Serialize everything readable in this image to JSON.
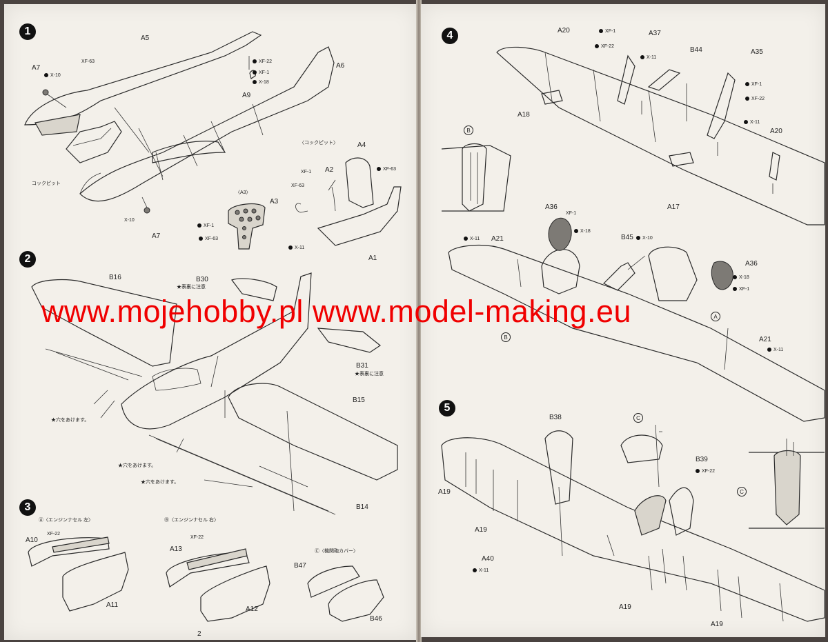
{
  "watermark": "www.mojehobby.pl www.model-making.eu",
  "page_number": "2",
  "steps": [
    "1",
    "2",
    "3",
    "4",
    "5"
  ],
  "circled": {
    "b": "B",
    "a": "A",
    "c": "C"
  },
  "step1": {
    "a5": "A5",
    "a6": "A6",
    "a7_top": "A7",
    "a7_bottom": "A7",
    "a9": "A9",
    "x10_top": "X-10",
    "x10_bottom": "X-10",
    "xf63": "XF-63",
    "xf22": "XF-22",
    "xf1": "XF-1",
    "x18": "X-18",
    "cockpit_left": "コックピット",
    "cockpit_title": "〈コックピット〉",
    "a3_title": "〈A3〉",
    "a4": "A4",
    "a2": "A2",
    "a3": "A3",
    "a1": "A1",
    "xf1_b": "XF-1",
    "xf63_b": "XF-63",
    "xf63_c": "XF-63",
    "x11": "X-11",
    "xf1_c": "XF-1",
    "xf63_d": "XF-63"
  },
  "step2": {
    "b16": "B16",
    "b30": "B30",
    "b30_note": "★表裏に注意",
    "b31": "B31",
    "b31_note": "★表裏に注意",
    "b15": "B15",
    "b14": "B14",
    "hole1": "★穴をあけます。",
    "hole2": "★穴をあけます。",
    "hole3": "★穴をあけます。"
  },
  "step3": {
    "nacelle_left": "Ⓐ〈エンジンナセル 左〉",
    "nacelle_right": "Ⓑ〈エンジンナセル 右〉",
    "gun_cover": "Ⓒ〈機関砲カバー〉",
    "a10": "A10",
    "a11": "A11",
    "a13": "A13",
    "a12": "A12",
    "b47": "B47",
    "b46": "B46",
    "xf22_a": "XF-22",
    "xf22_b": "XF-22"
  },
  "step4": {
    "a20_top": "A20",
    "a37": "A37",
    "b44": "B44",
    "a35": "A35",
    "a18": "A18",
    "a17": "A17",
    "a20_right": "A20",
    "xf1_a": "XF-1",
    "xf22_a": "XF-22",
    "x11_a": "X-11",
    "xf1_b": "XF-1",
    "xf22_b": "XF-22",
    "x11_b": "X-11",
    "a36_left": "A36",
    "a36_right": "A36",
    "xf1_c": "XF-1",
    "x18_c": "X-18",
    "a21_left": "A21",
    "x11_c": "X-11",
    "b45": "B45",
    "x10": "X-10",
    "x18_d": "X-18",
    "xf1_d": "XF-1",
    "a21_right": "A21",
    "x11_d": "X-11"
  },
  "step5": {
    "b38": "B38",
    "b39": "B39",
    "xf22": "XF-22",
    "a19_1": "A19",
    "a19_2": "A19",
    "a19_3": "A19",
    "a19_4": "A19",
    "a40": "A40",
    "x11": "X-11"
  }
}
